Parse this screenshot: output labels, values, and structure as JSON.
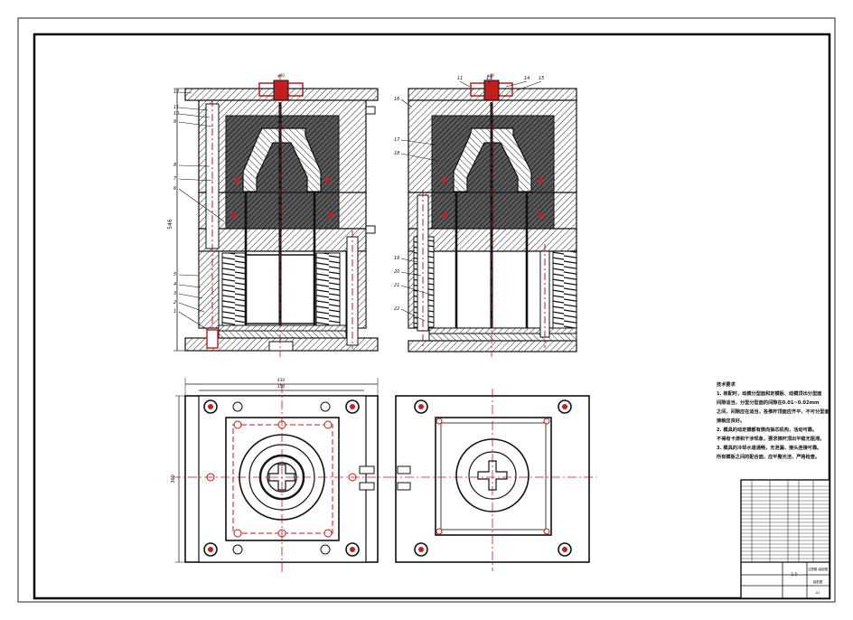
{
  "drawing": {
    "dimensions": {
      "overall_height": "546",
      "overall_width": "430",
      "inner_width": "350",
      "overall_height_plan": "360",
      "top_mark_left": "φ40",
      "top_mark_right": "φ40"
    },
    "callouts_left": [
      "12",
      "11",
      "10",
      "9",
      "8",
      "7",
      "6",
      "5",
      "4",
      "3",
      "2",
      "1"
    ],
    "callouts_right_top": [
      "11",
      "13",
      "14",
      "15"
    ],
    "callouts_right_side": [
      "16",
      "17",
      "18",
      "19",
      "20",
      "21",
      "22"
    ]
  },
  "technical_requirements": {
    "title": "技术要求",
    "lines": [
      "1. 装配时，动模分型面和定模板、动模顶出分型面",
      "间隙适当，分型分型面的间隙在0.01~0.02mm",
      "之间，间隙应在适当，各推杆顶面应齐平，不可分型面",
      "接触应良好。",
      "2. 模具的动定模都有侧向抽芯机构，活动可靠。",
      "不得有卡滞和干涉现象，要求推杆顶出平稳无阻滞。",
      "3. 模具的冷却水道通畅，无泄漏，接头连接可靠。",
      "所有模板之间的配合面，应平整光洁，严格检查。"
    ]
  },
  "title_block": {
    "scale": "1:5",
    "drawing_no": "注塑模-装配图",
    "sheet": "A1",
    "label_drawing": "装配图"
  },
  "colors": {
    "line": "#111111",
    "hatch_dark": "#3a3a3a",
    "centerline": "#c01818",
    "bg": "#ffffff"
  }
}
